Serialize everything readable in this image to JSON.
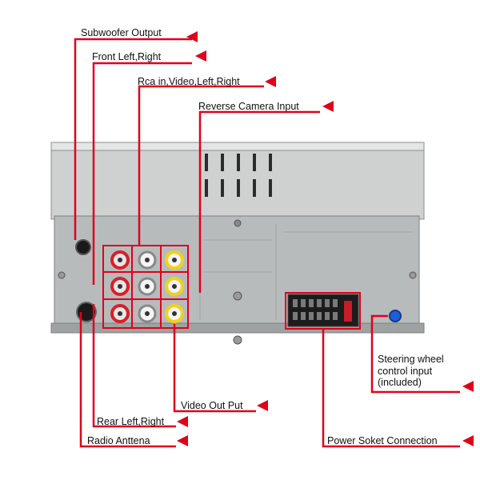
{
  "colors": {
    "leader": "#e0001b",
    "chassis": "#d2d4d4",
    "panel": "#b9bcbc",
    "socket_white": "#f2f2f2",
    "socket_red": "#d8202a",
    "socket_yellow": "#f0d21a",
    "steering_blue": "#1f5fd6"
  },
  "labels": {
    "subwoofer": "Subwoofer Output",
    "front": "Front Left,Right",
    "rca_in": "Rca in,Video,Left,Right",
    "reverse": "Reverse Camera Input",
    "steering": "Steering wheel control input (included)",
    "video_out": "Video Out Put",
    "rear": "Rear Left,Right",
    "antenna": "Radio Anttena",
    "power": "Power Soket Connection"
  },
  "icons": [
    "arrow-left-icon"
  ]
}
